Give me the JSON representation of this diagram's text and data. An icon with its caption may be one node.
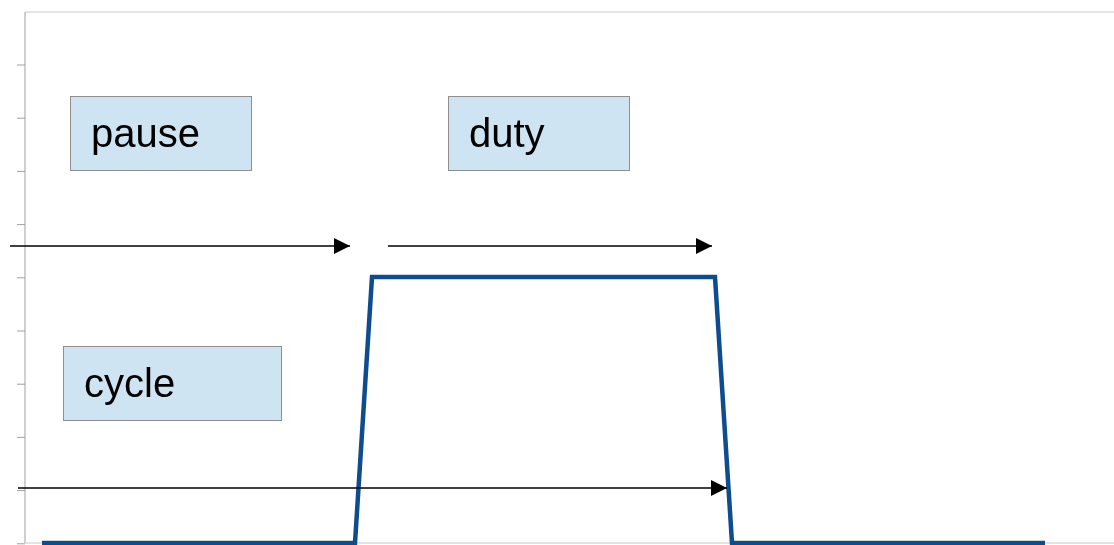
{
  "diagram": {
    "nodes": [
      {
        "text": [
          "pause"
        ]
      },
      {
        "text": [
          "duty"
        ]
      },
      {
        "text": [
          "cycle"
        ]
      }
    ]
  }
}
